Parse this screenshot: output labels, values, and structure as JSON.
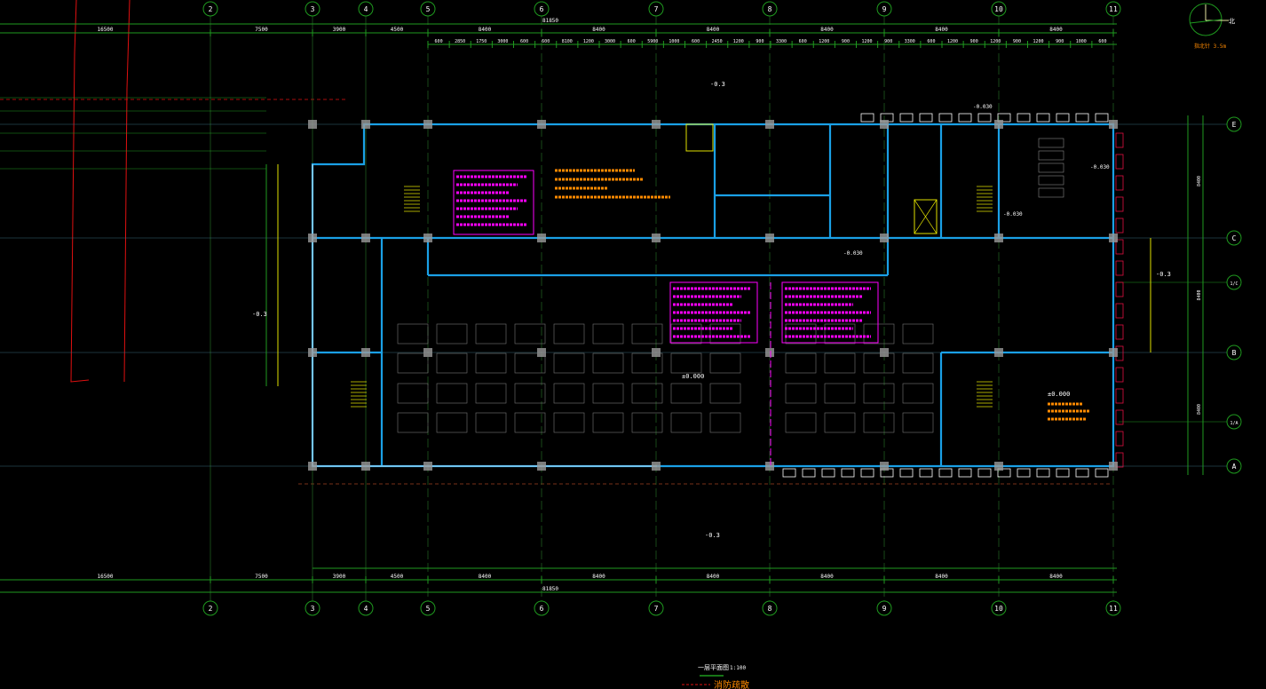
{
  "drawing": {
    "title": "一层平面图",
    "scale": "1:100",
    "legend_note": "消防疏散",
    "north_label": "北",
    "north_note": "指北针 3.5m"
  },
  "colors": {
    "background": "#000000",
    "axis": "#1f9a1f",
    "wall": "#1aa0e6",
    "text": "#ffffff",
    "annotation": "#ff00ff",
    "note": "#ff8a00",
    "site": "#e01010",
    "column": "#9a9a9a"
  },
  "axes": {
    "columns": [
      "2",
      "3",
      "4",
      "5",
      "6",
      "7",
      "8",
      "9",
      "10",
      "11"
    ],
    "rows": [
      "E",
      "C",
      "B",
      "A"
    ],
    "sub_rows": [
      "1/C",
      "1/A"
    ]
  },
  "dimensions": {
    "overall": "81850",
    "top": [
      "16500",
      "7500",
      "3900",
      "4500",
      "8400",
      "8400",
      "8400",
      "8400",
      "8400",
      "8400"
    ],
    "top_detail": [
      "600",
      "2850",
      "1750",
      "3000",
      "600",
      "600",
      "8100",
      "1200",
      "3000",
      "600",
      "5900",
      "1000",
      "600",
      "2450",
      "1200",
      "900",
      "3300",
      "600",
      "1200",
      "900",
      "1200",
      "900",
      "3300",
      "600",
      "1200",
      "900",
      "1200",
      "900",
      "1200",
      "900",
      "1000",
      "600"
    ],
    "bottom": [
      "16500",
      "7500",
      "3900",
      "4500",
      "8400",
      "8400",
      "8400",
      "8400",
      "8400",
      "8400"
    ],
    "right": [
      "8400",
      "8400",
      "8400"
    ]
  },
  "elevations": {
    "main_floor": "±0.000",
    "floor_right": "±0.000",
    "outside": [
      "-0.3",
      "-0.3",
      "-0.3",
      "-0.3"
    ],
    "wet": [
      "-0.030",
      "-0.030",
      "-0.030",
      "-0.030"
    ]
  }
}
